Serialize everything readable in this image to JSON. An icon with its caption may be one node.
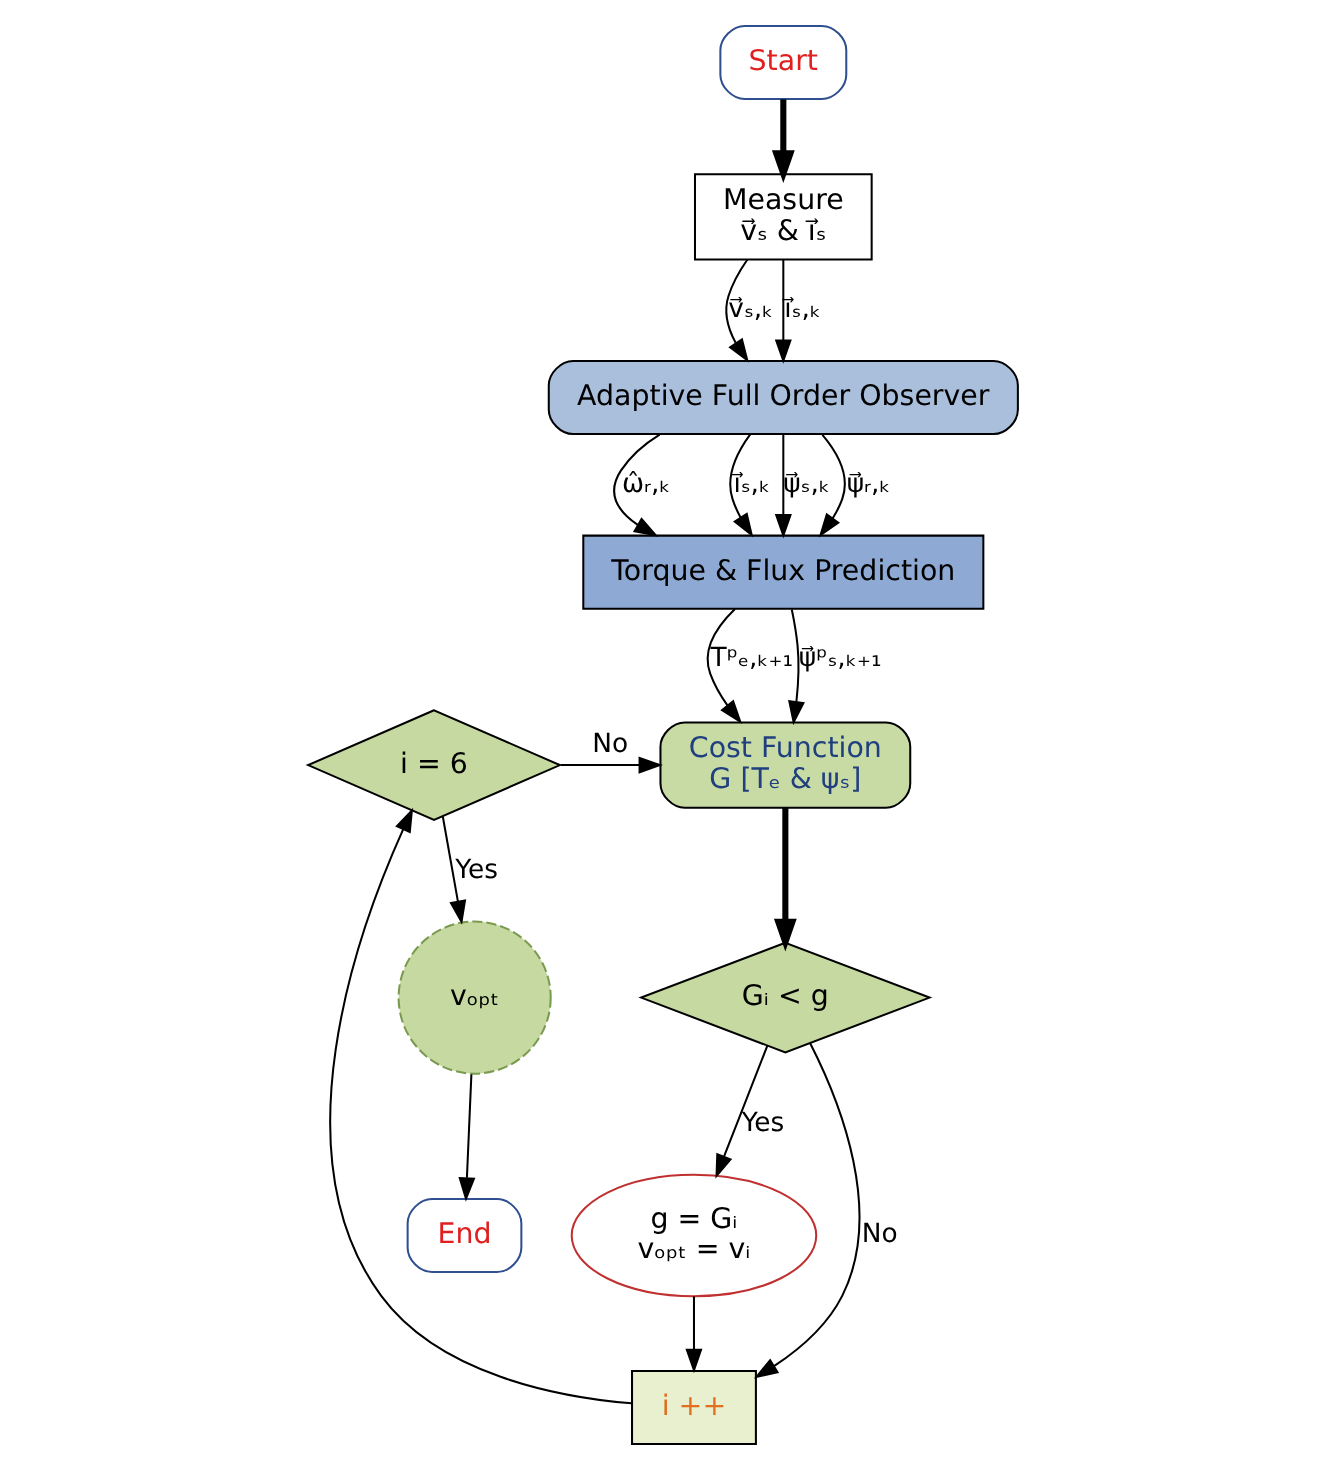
{
  "diagram": {
    "nodes": [
      {
        "text": [
          "Start"
        ]
      },
      {
        "text": [
          "Measure",
          "v⃗ₛ & i⃗ₛ"
        ]
      },
      {
        "text": [
          "Adaptive Full Order Observer"
        ]
      },
      {
        "text": [
          "Torque & Flux Prediction"
        ]
      },
      {
        "text": [
          "Cost Function",
          "G [Tₑ & ψₛ]"
        ]
      },
      {
        "text": [
          "Gᵢ < g"
        ]
      },
      {
        "text": [
          "g = Gᵢ",
          "vₒₚₜ = vᵢ"
        ]
      },
      {
        "text": [
          "i ++"
        ]
      },
      {
        "text": [
          "i = 6"
        ]
      },
      {
        "text": [
          "vₒₚₜ"
        ]
      },
      {
        "text": [
          "End"
        ]
      }
    ],
    "edges": [
      {
        "from": 0,
        "to": 1,
        "arrow": "to",
        "style": "thick"
      },
      {
        "from": 1,
        "to": 2,
        "arrow": "to",
        "label": "v⃗ₛ,ₖ"
      },
      {
        "from": 1,
        "to": 2,
        "arrow": "to",
        "label": "i⃗ₛ,ₖ"
      },
      {
        "from": 2,
        "to": 3,
        "arrow": "to",
        "label": "ω̂ᵣ,ₖ"
      },
      {
        "from": 2,
        "to": 3,
        "arrow": "to",
        "label": "i⃗ₛ,ₖ"
      },
      {
        "from": 2,
        "to": 3,
        "arrow": "to",
        "label": "ψ⃗ₛ,ₖ"
      },
      {
        "from": 2,
        "to": 3,
        "arrow": "to",
        "label": "ψ⃗ᵣ,ₖ"
      },
      {
        "from": 3,
        "to": 4,
        "arrow": "to",
        "label": "Tᵖₑ,ₖ₊₁"
      },
      {
        "from": 3,
        "to": 4,
        "arrow": "to",
        "label": "ψ⃗ᵖₛ,ₖ₊₁"
      },
      {
        "from": 4,
        "to": 5,
        "arrow": "to",
        "style": "thick"
      },
      {
        "from": 5,
        "to": 6,
        "arrow": "to",
        "label": "Yes"
      },
      {
        "from": 5,
        "to": 7,
        "arrow": "to",
        "label": "No"
      },
      {
        "from": 6,
        "to": 7,
        "arrow": "to"
      },
      {
        "from": 7,
        "to": 8,
        "arrow": "to"
      },
      {
        "from": 8,
        "to": 4,
        "arrow": "to",
        "label": "No"
      },
      {
        "from": 8,
        "to": 9,
        "arrow": "to",
        "label": "Yes"
      },
      {
        "from": 9,
        "to": 10,
        "arrow": "to"
      }
    ]
  }
}
